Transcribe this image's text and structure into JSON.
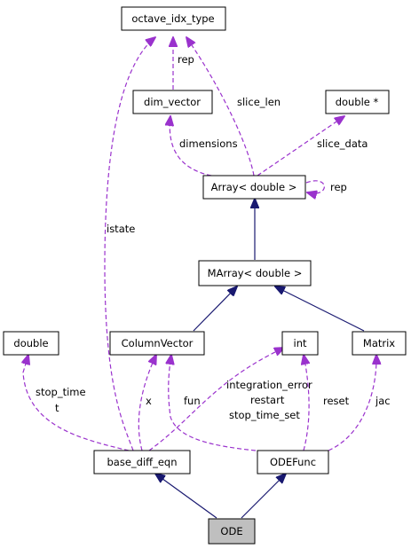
{
  "nodes": {
    "octave_idx_type": "octave_idx_type",
    "dim_vector": "dim_vector",
    "double_ptr": "double *",
    "array_double": "Array< double >",
    "marray_double": "MArray< double >",
    "double": "double",
    "column_vector": "ColumnVector",
    "int": "int",
    "matrix": "Matrix",
    "base_diff_eqn": "base_diff_eqn",
    "odefunc": "ODEFunc",
    "ode": "ODE"
  },
  "edge_labels": {
    "rep_dim": "rep",
    "slice_len": "slice_len",
    "dimensions": "dimensions",
    "slice_data": "slice_data",
    "rep_self": "rep",
    "istate": "istate",
    "stop_time": "stop_time",
    "t": "t",
    "x": "x",
    "fun": "fun",
    "integration_error": "integration_error",
    "restart": "restart",
    "stop_time_set": "stop_time_set",
    "reset": "reset",
    "jac": "jac"
  },
  "colors": {
    "inheritance_edge": "#191970",
    "usage_edge": "#9a32cd",
    "focus_node_fill": "#bfbfbf"
  }
}
